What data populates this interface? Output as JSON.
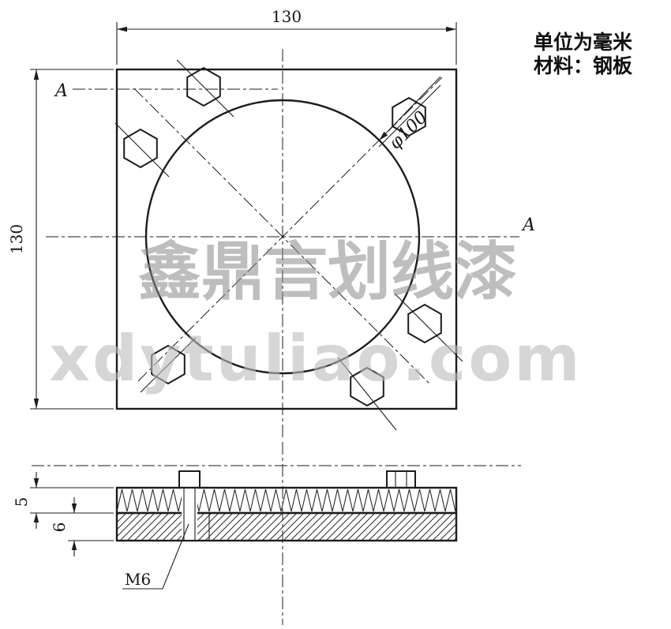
{
  "annotations": {
    "units_note": "单位为毫米",
    "material_note": "材料：钢板"
  },
  "top_view": {
    "width_dim": "130",
    "height_dim": "130",
    "diameter_label": "φ100",
    "section_label_left": "A",
    "section_label_right": "A"
  },
  "section_view": {
    "top_thickness_dim": "5",
    "bottom_thickness_dim": "6",
    "thread_label": "M6"
  },
  "watermark": {
    "cn": "鑫鼎言划线漆",
    "domain": "xdytuliao.com"
  },
  "colors": {
    "line": "#1c1c1c",
    "watermark_gray": "#8a8a8a"
  }
}
